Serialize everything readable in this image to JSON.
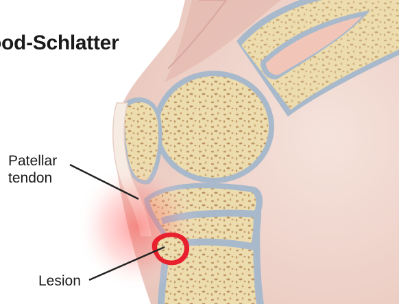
{
  "title": "ood-Schlatter",
  "labels": {
    "patellar_tendon_line1": "Patellar",
    "patellar_tendon_line2": "tendon",
    "lesion": "Lesion"
  },
  "colors": {
    "bone": "#ecdcae",
    "bone_pore": "#c8a06a",
    "cartilage": "#a9b9cc",
    "skin": "#f0d8d0",
    "tendon": "#f7ece4",
    "inflammation": "#e8202e"
  }
}
